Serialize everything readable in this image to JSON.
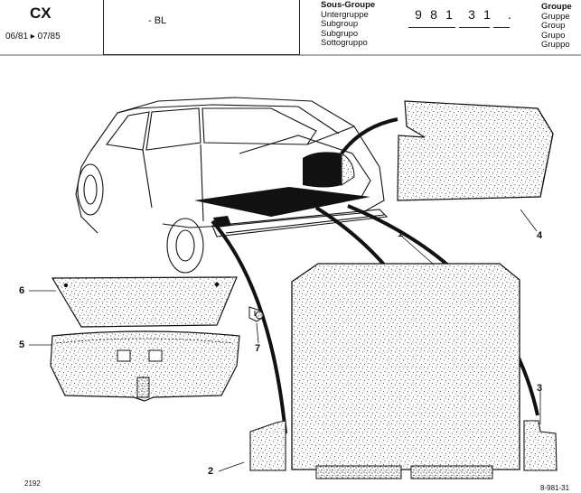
{
  "header": {
    "model": "CX",
    "dates": "06/81 ▸ 07/85",
    "title": "- BL",
    "subgroup_labels": [
      "Sous-Groupe",
      "Untergruppe",
      "Subgroup",
      "Subgrupo",
      "Sottogruppo"
    ],
    "group_labels": [
      "Groupe",
      "Gruppe",
      "Group",
      "Grupo",
      "Gruppo"
    ],
    "code_digits": [
      "9",
      "8",
      "1",
      "3",
      "1",
      "."
    ]
  },
  "callouts": {
    "c1": "1",
    "c2": "2",
    "c3": "3",
    "c4": "4",
    "c5": "5",
    "c6": "6",
    "c7": "7"
  },
  "footer": {
    "left": "2192",
    "right": "8-981-31"
  },
  "icons": [
    "car-illustration",
    "trunk-mat",
    "side-trim-left",
    "side-trim-right",
    "rear-panel-carpet",
    "lower-panel",
    "upper-panel",
    "clip"
  ],
  "colors": {
    "ink": "#111111",
    "paper": "#ffffff"
  }
}
